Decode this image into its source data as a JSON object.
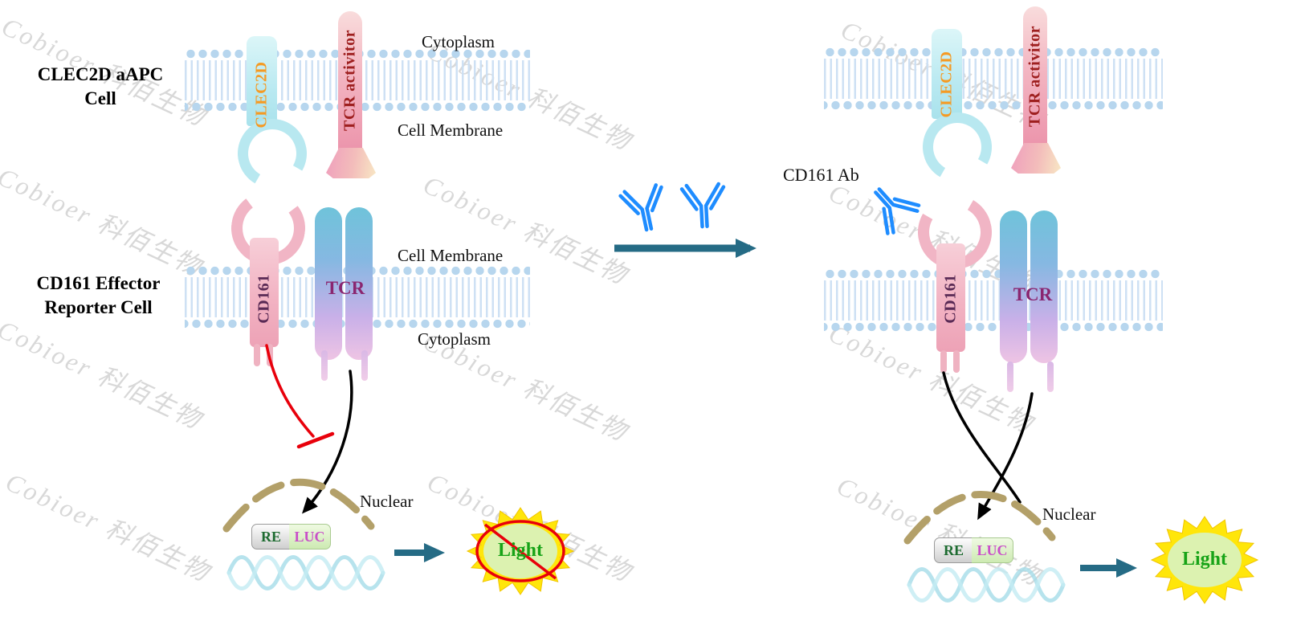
{
  "watermark": {
    "text": "Cobioer 科佰生物"
  },
  "labels": {
    "apc_cell": "CLEC2D aAPC Cell",
    "effector_cell": "CD161 Effector Reporter Cell",
    "cytoplasm": "Cytoplasm",
    "cell_membrane": "Cell Membrane",
    "nuclear": "Nuclear",
    "cd161_ab": "CD161 Ab"
  },
  "molecules": {
    "clec2d": "CLEC2D",
    "tcr_activator": "TCR activitor",
    "cd161": "CD161",
    "tcr": "TCR",
    "re": "RE",
    "luc": "LUC",
    "light": "Light"
  },
  "colors": {
    "clec2d_text": "#f59a23",
    "tcr_activator_text": "#9e1f1f",
    "cd161_text": "#5a2a55",
    "tcr_text": "#8a2670",
    "re_text": "#1d6b30",
    "luc_text": "#c94fc9",
    "light_text": "#17a317",
    "antibody_blue": "#1e8cff",
    "inhibit_red": "#e8000b",
    "signal_black": "#000000",
    "arrow_teal": "#256b85",
    "nuclear_tan": "#b3a069",
    "membrane_blue": "#b7d6ee"
  }
}
